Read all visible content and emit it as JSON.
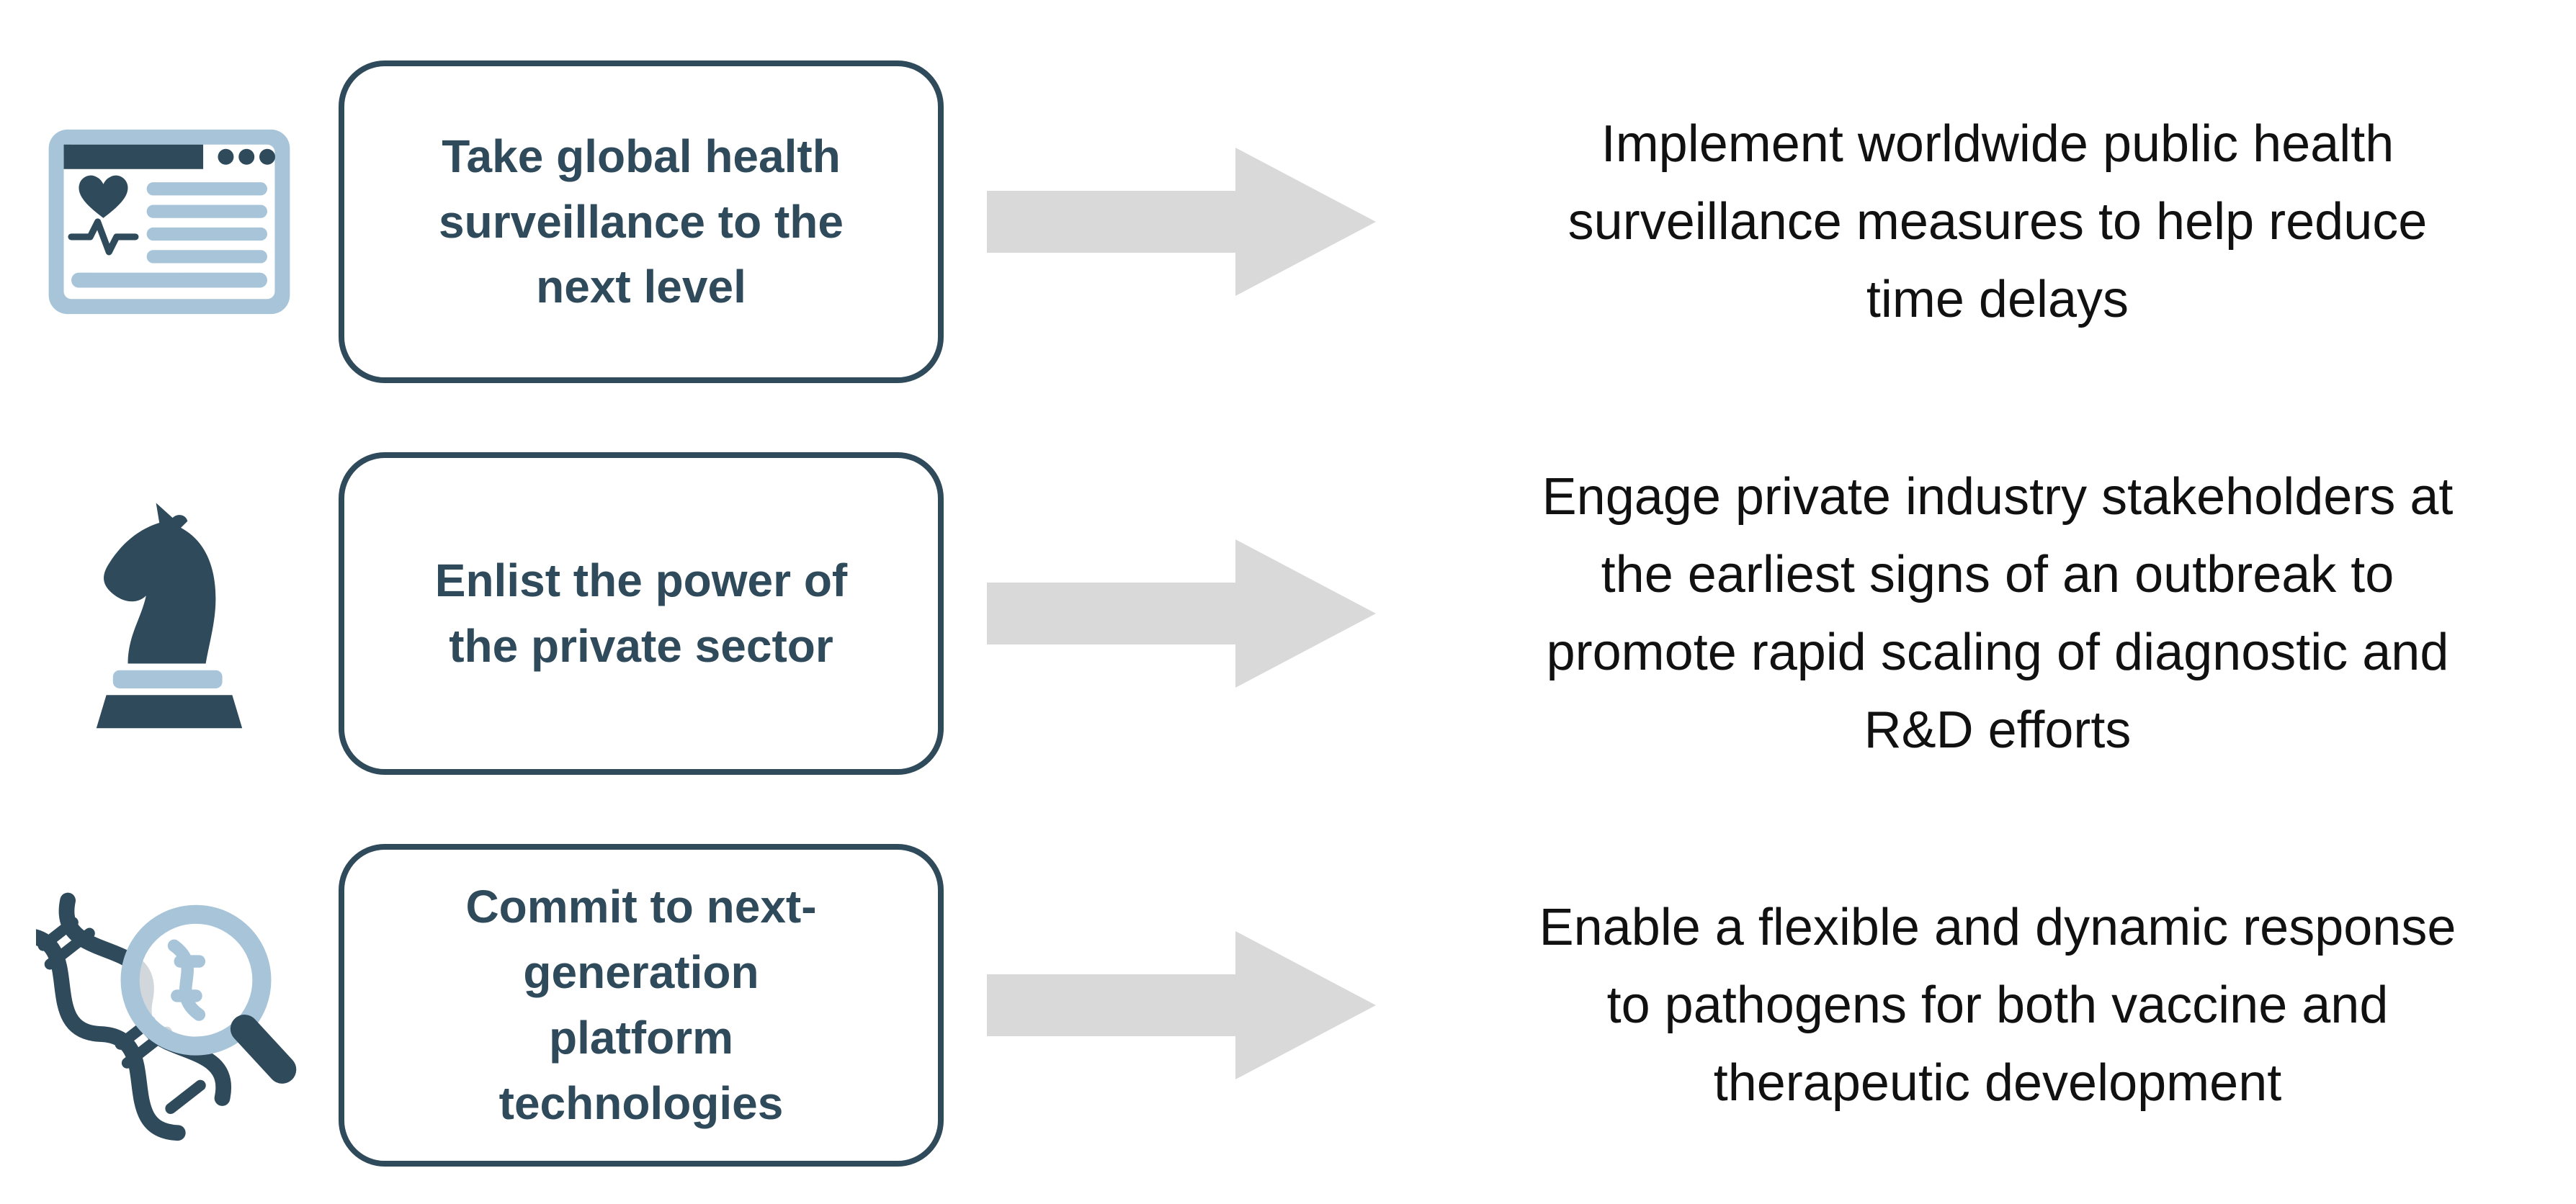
{
  "colors": {
    "navy": "#2E4A5B",
    "light_blue": "#A7C4D9",
    "arrow_gray": "#D9D9D9",
    "text": "#111111",
    "background": "#FFFFFF"
  },
  "rows": [
    {
      "icon": "health-surveillance-dashboard-icon",
      "label": "Take global health\nsurveillance to the\nnext level",
      "description": "Implement worldwide public health\nsurveillance measures to help reduce\ntime delays"
    },
    {
      "icon": "chess-knight-icon",
      "label": "Enlist the power of\nthe private sector",
      "description": "Engage private industry stakeholders at\nthe earliest signs of an outbreak to\npromote rapid scaling of diagnostic and\nR&D efforts"
    },
    {
      "icon": "dna-magnifying-glass-icon",
      "label": "Commit to next-\ngeneration\nplatform\ntechnologies",
      "description": "Enable a flexible and dynamic response\nto pathogens for both vaccine and\ntherapeutic development"
    }
  ]
}
